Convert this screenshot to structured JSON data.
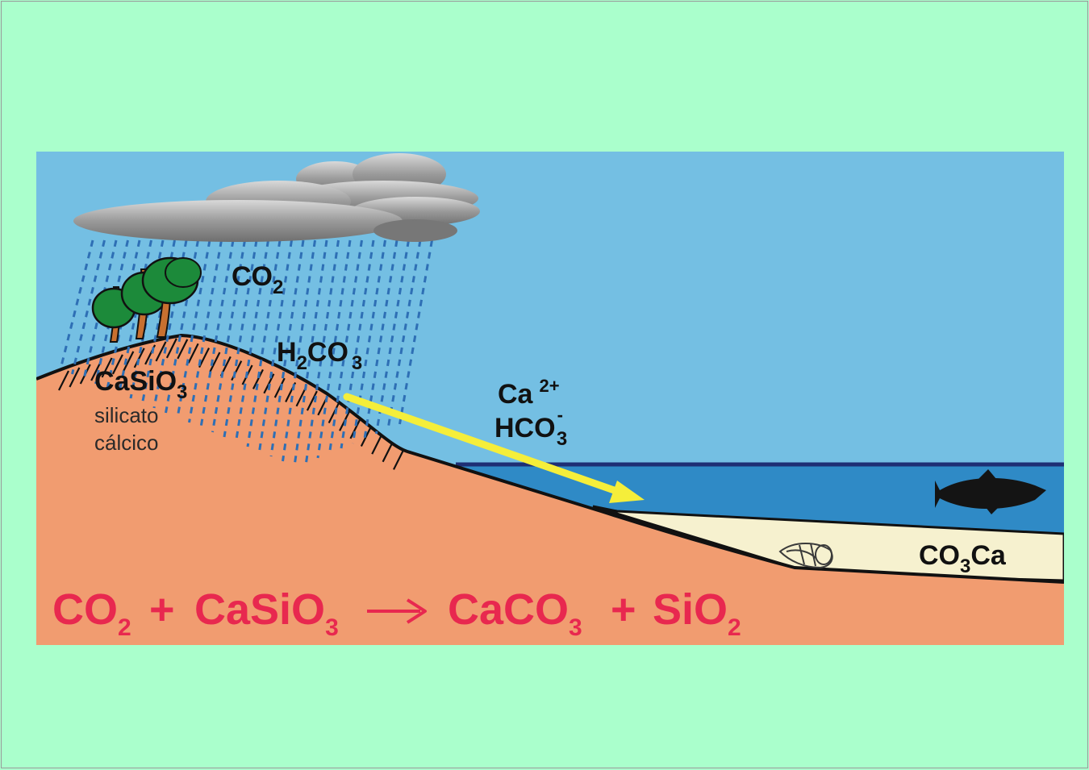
{
  "colors": {
    "page_background": "#aaffcc",
    "sky": "#74bfe3",
    "ground": "#f19c70",
    "sea": "#2f8ac6",
    "sediment": "#f6f1cf",
    "cloud": "#8e8e8e",
    "rain": "#2e6fb5",
    "arrow": "#f5ee3a",
    "equation": "#e8284f",
    "tree": "#1c8a3a",
    "fish": "#141414"
  },
  "icons": [
    "cloud-icon",
    "rain-icon",
    "tree-icon",
    "shell-icon",
    "fish-icon",
    "arrow-icon"
  ],
  "labels": {
    "co2": {
      "main": "CO",
      "sub": "2"
    },
    "h2co3": {
      "p1": "H",
      "sub1": "2",
      "p2": "CO",
      "sub2": "3"
    },
    "casio3": {
      "main": "CaSiO",
      "sub": "3"
    },
    "silicato": "silicato",
    "calcico": "cálcico",
    "ca": {
      "main": "Ca",
      "sup": "2+"
    },
    "hco3": {
      "main": "HCO",
      "sup": "-",
      "sub": "3"
    },
    "co3ca": {
      "p1": "CO",
      "sub": "3",
      "p2": "Ca"
    }
  },
  "equation": {
    "t1": "CO",
    "s1": "2",
    "plus1": "+",
    "t2": "CaSiO",
    "s2": "3",
    "t3": "CaCO",
    "s3": "3",
    "plus2": "+",
    "t4": "SiO",
    "s4": "2"
  }
}
